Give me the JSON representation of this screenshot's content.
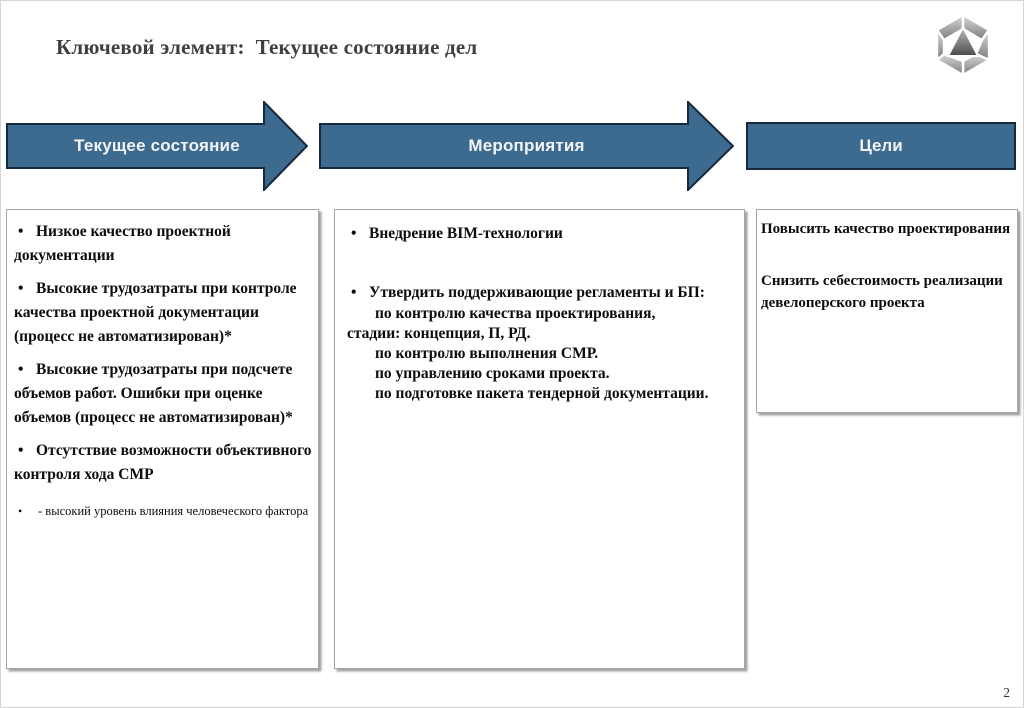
{
  "colors": {
    "accent": "#3d6a8f",
    "arrow-border": "#17293d",
    "title-color": "#3f3f3f"
  },
  "glyphs": {
    "bullet": "•"
  },
  "slide": {
    "title": "Ключевой элемент:  Текущее состояние дел",
    "page_number": "2"
  },
  "flow": {
    "step1": "Текущее состояние",
    "step2": "Мероприятия",
    "step3": "Цели"
  },
  "panels": {
    "current_state": {
      "bullets": [
        "Низкое качество проектной документации",
        "Высокие трудозатраты при контроле качества проектной документации (процесс не автоматизирован)*",
        "Высокие трудозатраты при подсчете объемов работ. Ошибки при оценке объемов (процесс не автоматизирован)*",
        "Отсутствие возможности объективного контроля хода СМР"
      ],
      "note": "- высокий уровень влияния человеческого фактора"
    },
    "activities": {
      "bullet1": "Внедрение BIM-технологии",
      "bullet2": "Утвердить поддерживающие регламенты и БП:",
      "sub_lines": [
        "по контролю качества проектирования,",
        "стадии: концепция, П, РД.",
        "по контролю выполнения СМР.",
        "по управлению сроками проекта.",
        "по подготовке пакета тендерной документации."
      ]
    },
    "goals": {
      "items": [
        "Повысить качество проектирования",
        "Снизить себестоимость реализации девелоперского проекта"
      ]
    }
  }
}
